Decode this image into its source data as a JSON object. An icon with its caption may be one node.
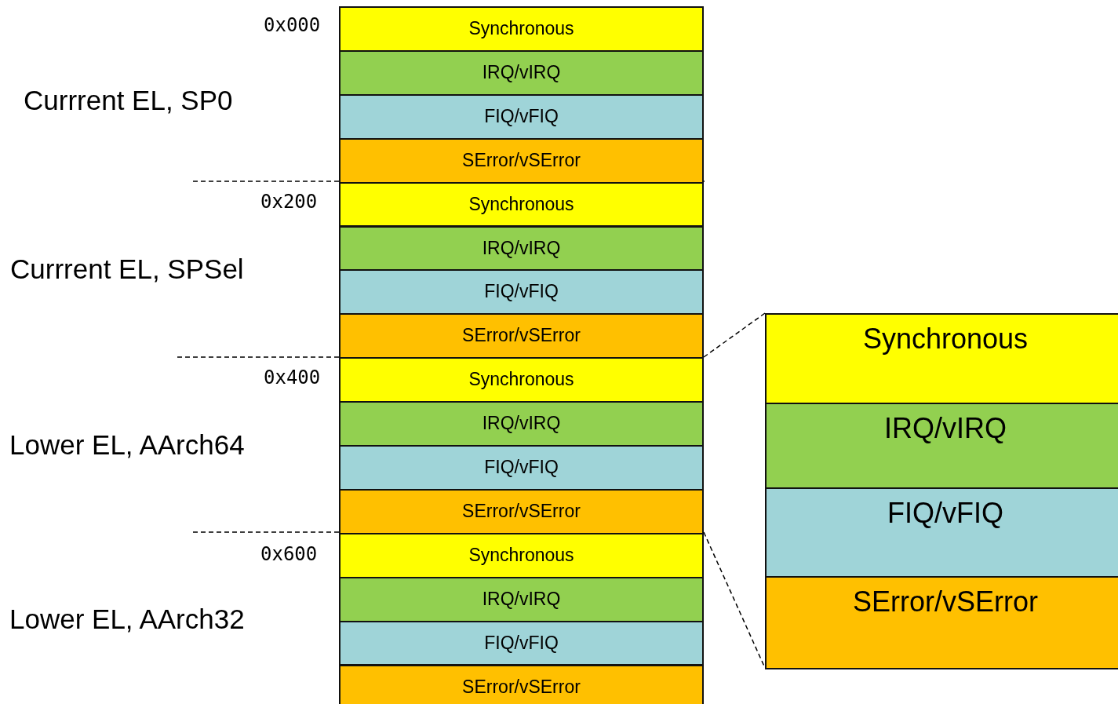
{
  "diagram": {
    "nodes": [
      {
        "text": [
          "Synchronous"
        ]
      },
      {
        "text": [
          "IRQ/vIRQ"
        ]
      },
      {
        "text": [
          "FIQ/vFIQ"
        ]
      },
      {
        "text": [
          "SError/vSError"
        ]
      },
      {
        "text": [
          "Synchronous"
        ]
      },
      {
        "text": [
          "IRQ/vIRQ"
        ]
      },
      {
        "text": [
          "FIQ/vFIQ"
        ]
      },
      {
        "text": [
          "SError/vSError"
        ]
      },
      {
        "text": [
          "Synchronous"
        ]
      },
      {
        "text": [
          "IRQ/vIRQ"
        ]
      },
      {
        "text": [
          "FIQ/vFIQ"
        ]
      },
      {
        "text": [
          "SError/vSError"
        ]
      },
      {
        "text": [
          "Synchronous"
        ]
      },
      {
        "text": [
          "IRQ/vIRQ"
        ]
      },
      {
        "text": [
          "FIQ/vFIQ"
        ]
      },
      {
        "text": [
          "SError/vSError"
        ]
      },
      {
        "text": [
          "Synchronous"
        ]
      },
      {
        "text": [
          "IRQ/vIRQ"
        ]
      },
      {
        "text": [
          "FIQ/vFIQ"
        ]
      },
      {
        "text": [
          "SError/vSError"
        ]
      }
    ],
    "labels": [
      "0x000",
      "Currrent EL, SP0",
      "0x200",
      "Currrent EL, SPSel",
      "0x400",
      "Lower EL, AArch64",
      "0x600",
      "Lower EL, AArch32"
    ]
  }
}
